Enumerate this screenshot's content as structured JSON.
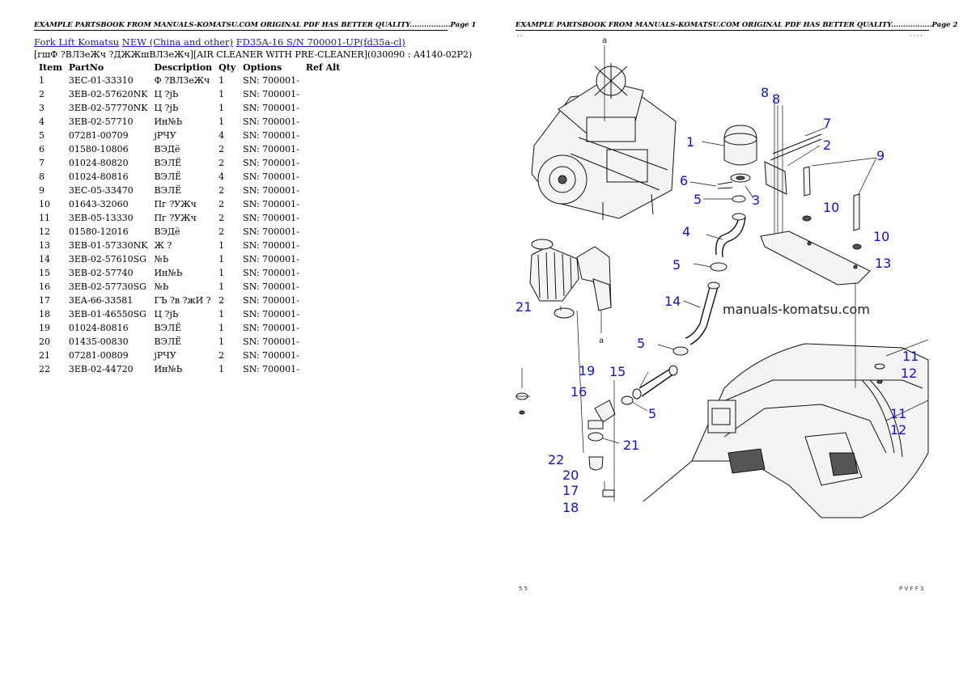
{
  "page1": {
    "banner": "EXAMPLE PARTSBOOK FROM MANUALS-KOMATSU.COM ORIGINAL PDF HAS BETTER QUALITY.................Page 1",
    "breadcrumbs": [
      "Fork Lift Komatsu",
      "NEW (China and other)",
      "FD35A-16 S/N 700001-UP(fd35a-cl)"
    ],
    "subtitle": "[гшФ ?ВЛЗеЖч ?ДЖЖшВЛЗеЖч][AIR CLEANER WITH PRE-CLEANER](030090 : A4140-02P2)",
    "table": {
      "headers": [
        "Item",
        "PartNo",
        "Description",
        "Qty",
        "Options",
        "Ref",
        "Alt"
      ],
      "rows": [
        [
          "1",
          "3EC-01-33310",
          "Ф ?ВЛЗеЖч",
          "1",
          "SN: 700001-"
        ],
        [
          "2",
          "3EB-02-57620NK",
          "Ц ?jЬ",
          "1",
          "SN: 700001-"
        ],
        [
          "3",
          "3EB-02-57770NK",
          "Ц ?jЬ",
          "1",
          "SN: 700001-"
        ],
        [
          "4",
          "3EB-02-57710",
          "Ин№Ь",
          "1",
          "SN: 700001-"
        ],
        [
          "5",
          "07281-00709",
          "jРЧУ",
          "4",
          "SN: 700001-"
        ],
        [
          "6",
          "01580-10806",
          "ВЭДё",
          "2",
          "SN: 700001-"
        ],
        [
          "7",
          "01024-80820",
          "ВЭЛЁ",
          "2",
          "SN: 700001-"
        ],
        [
          "8",
          "01024-80816",
          "ВЭЛЁ",
          "4",
          "SN: 700001-"
        ],
        [
          "9",
          "3EC-05-33470",
          "ВЭЛЁ",
          "2",
          "SN: 700001-"
        ],
        [
          "10",
          "01643-32060",
          "Пг ?УЖч",
          "2",
          "SN: 700001-"
        ],
        [
          "11",
          "3EB-05-13330",
          "Пг ?УЖч",
          "2",
          "SN: 700001-"
        ],
        [
          "12",
          "01580-12016",
          "ВЭДё",
          "2",
          "SN: 700001-"
        ],
        [
          "13",
          "3EB-01-57330NK",
          "Ж ?",
          "1",
          "SN: 700001-"
        ],
        [
          "14",
          "3EB-02-57610SG",
          "№Ь",
          "1",
          "SN: 700001-"
        ],
        [
          "15",
          "3EB-02-57740",
          "Ин№Ь",
          "1",
          "SN: 700001-"
        ],
        [
          "16",
          "3EB-02-57730SG",
          "№Ь",
          "1",
          "SN: 700001-"
        ],
        [
          "17",
          "3EA-66-33581",
          "ГЪ ?в ?жИ ?",
          "2",
          "SN: 700001-"
        ],
        [
          "18",
          "3EB-01-46550SG",
          "Ц ?jЬ",
          "1",
          "SN: 700001-"
        ],
        [
          "19",
          "01024-80816",
          "ВЭЛЁ",
          "1",
          "SN: 700001-"
        ],
        [
          "20",
          "01435-00830",
          "ВЭЛЁ",
          "1",
          "SN: 700001-"
        ],
        [
          "21",
          "07281-00809",
          "jРЧУ",
          "2",
          "SN: 700001-"
        ],
        [
          "22",
          "3EB-02-44720",
          "Ин№Ь",
          "1",
          "SN: 700001-"
        ]
      ]
    }
  },
  "page2": {
    "banner": "EXAMPLE PARTSBOOK FROM MANUALS-KOMATSU.COM ORIGINAL PDF HAS BETTER QUALITY.................Page 2",
    "watermark": "manuals-komatsu.com",
    "marker_a": "a",
    "footer_left": "5 5",
    "footer_right": "P V F F 3",
    "callouts": [
      "1",
      "2",
      "3",
      "4",
      "5",
      "5",
      "5",
      "5",
      "6",
      "7",
      "8",
      "8",
      "9",
      "10",
      "10",
      "11",
      "11",
      "12",
      "12",
      "13",
      "14",
      "15",
      "16",
      "17",
      "18",
      "19",
      "20",
      "21",
      "21",
      "22"
    ]
  },
  "colors": {
    "callout": "#1010d8",
    "link": "#1a1aa6"
  }
}
